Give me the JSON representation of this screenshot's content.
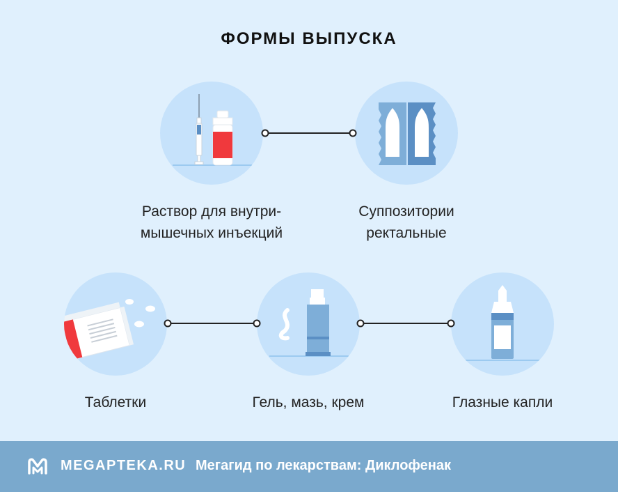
{
  "title": "ФОРМЫ ВЫПУСКА",
  "forms": [
    {
      "label_line1": "Раствор для внутри-",
      "label_line2": "мышечных инъекций",
      "icon": "syringe-vial-icon"
    },
    {
      "label_line1": "Суппозитории",
      "label_line2": "ректальные",
      "icon": "suppository-blister-icon"
    },
    {
      "label_line1": "Таблетки",
      "icon": "tablet-box-icon"
    },
    {
      "label_line1": "Гель, мазь, крем",
      "icon": "ointment-tube-icon"
    },
    {
      "label_line1": "Глазные капли",
      "icon": "eye-drops-bottle-icon"
    }
  ],
  "footer": {
    "brand": "MEGAPTEKA.RU",
    "subtitle": "Мегагид по лекарствам: Диклофенак"
  },
  "colors": {
    "background": "#e0f0fd",
    "circle": "#c6e2fb",
    "accent_red": "#f0393d",
    "accent_blue": "#5b8fc4",
    "footer": "#7aa9cd"
  }
}
